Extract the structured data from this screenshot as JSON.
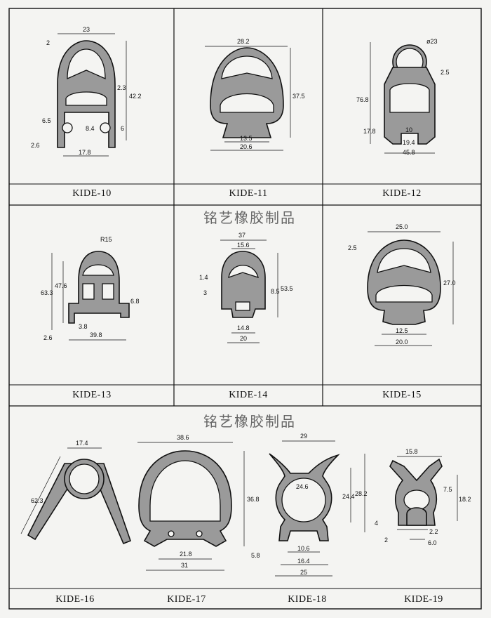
{
  "watermark": "铭艺橡胶制品",
  "labels": {
    "k10": "KIDE-10",
    "k11": "KIDE-11",
    "k12": "KIDE-12",
    "k13": "KIDE-13",
    "k14": "KIDE-14",
    "k15": "KIDE-15",
    "k16": "KIDE-16",
    "k17": "KIDE-17",
    "k18": "KIDE-18",
    "k19": "KIDE-19"
  },
  "dims": {
    "k10": [
      "23",
      "2",
      "2.3",
      "42.2",
      "6.5",
      "8.4",
      "6",
      "2.6",
      "17.8"
    ],
    "k11": [
      "28.2",
      "37.5",
      "13.5",
      "20.6"
    ],
    "k12": [
      "ø23",
      "2.5",
      "76.8",
      "17.8",
      "10",
      "19.4",
      "45.8"
    ],
    "k13": [
      "R15",
      "63.3",
      "47.6",
      "6.8",
      "3.8",
      "2.6",
      "39.8"
    ],
    "k14": [
      "37",
      "15.6",
      "1.4",
      "3",
      "8.5",
      "53.5",
      "14.8",
      "20"
    ],
    "k15": [
      "25.0",
      "2.5",
      "27.0",
      "12.5",
      "20.0"
    ],
    "k16": [
      "17.4",
      "62.3"
    ],
    "k17": [
      "38.6",
      "36.8",
      "21.8",
      "31"
    ],
    "k18": [
      "29",
      "24.6",
      "24.4",
      "28.2",
      "5.8",
      "10.6",
      "16.4",
      "25"
    ],
    "k19": [
      "15.8",
      "7.5",
      "18.2",
      "4",
      "2",
      "2.2",
      "6.0"
    ]
  }
}
